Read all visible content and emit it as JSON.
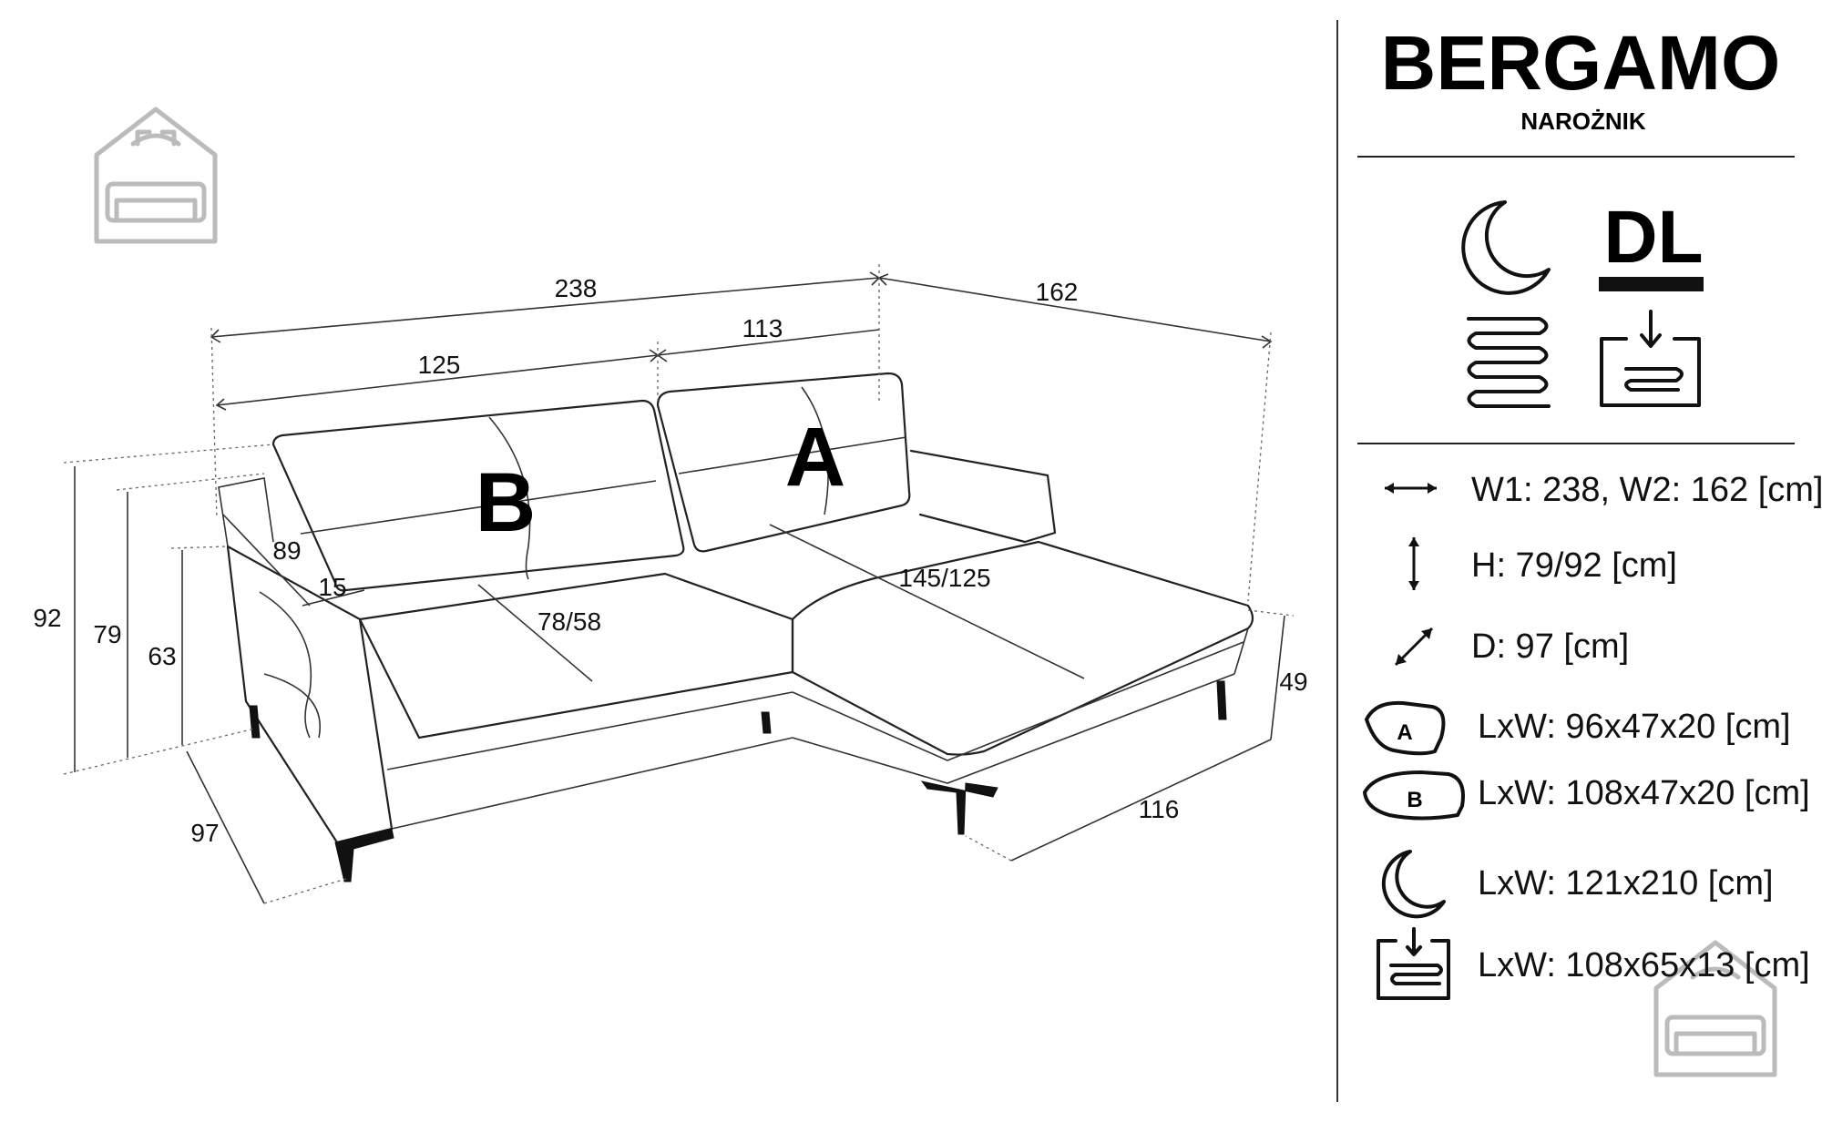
{
  "header": {
    "title": "BERGAMO",
    "subtitle": "NAROŻNIK"
  },
  "dimensions": {
    "total_width": "238",
    "side_width": "162",
    "seat_b_width": "125",
    "seat_a_width": "113",
    "height_back": "92",
    "height_head": "79",
    "height_arm": "63",
    "depth": "97",
    "armrest_depth": "89",
    "armrest_width": "15",
    "seat_depth": "78/58",
    "chaise_depth": "145/125",
    "chaise_width": "116",
    "seat_height": "49"
  },
  "cushion_labels": {
    "a": "A",
    "b": "B"
  },
  "feature_icons": [
    "moon-icon",
    "dl-icon",
    "spring-icon",
    "storage-icon"
  ],
  "feature_dl_label": "DL",
  "specs": [
    {
      "icon": "horizontal-arrow-icon",
      "text": "W1: 238, W2: 162 [cm]"
    },
    {
      "icon": "vertical-arrow-icon",
      "text": "H: 79/92 [cm]"
    },
    {
      "icon": "diagonal-arrow-icon",
      "text": "D: 97 [cm]"
    },
    {
      "icon": "cushion-a-icon",
      "badge": "A",
      "text": "LxW: 96x47x20 [cm]"
    },
    {
      "icon": "cushion-b-icon",
      "badge": "B",
      "text": "LxW: 108x47x20 [cm]"
    },
    {
      "icon": "moon-icon",
      "text": "LxW: 121x210 [cm]"
    },
    {
      "icon": "storage-icon",
      "text": "LxW: 108x65x13 [cm]"
    }
  ],
  "colors": {
    "line": "#111111",
    "logo": "#bbbbbb",
    "background": "#ffffff"
  }
}
